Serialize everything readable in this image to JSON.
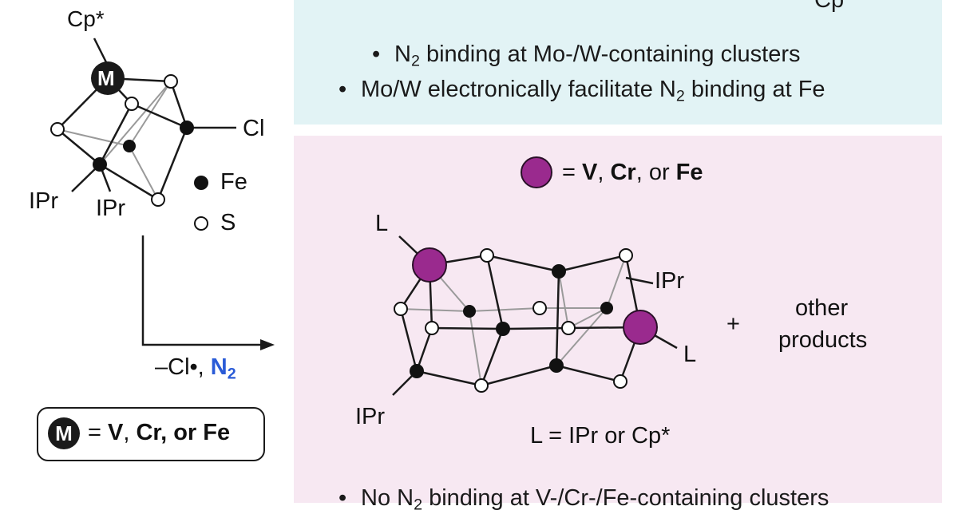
{
  "top_panel": {
    "cut_label": "Cp*",
    "bullets": [
      {
        "bullet": "•",
        "pre": "N",
        "sub": "2",
        "post": " binding at Mo-/W-containing clusters"
      },
      {
        "bullet": "•",
        "pre": "Mo/W electronically facilitate N",
        "sub": "2",
        "post": " binding at Fe"
      }
    ]
  },
  "left_cluster": {
    "cp_label": "Cp*",
    "metal_label": "M",
    "cl_label": "Cl",
    "ipr_label_1": "IPr",
    "ipr_label_2": "IPr"
  },
  "legend": {
    "fe_label": "Fe",
    "s_label": "S"
  },
  "reaction": {
    "prefix": "–Cl•, ",
    "n": "N",
    "n_sub": "2"
  },
  "m_legend": {
    "symbol": "M",
    "eq": "= ",
    "v": "V",
    "sep1": ", ",
    "rest": "Cr, or Fe"
  },
  "bottom_panel": {
    "metal_key": {
      "eq": "= ",
      "v": "V",
      "sep1": ", ",
      "cr": "Cr",
      "sep2": ", or ",
      "fe": "Fe"
    },
    "ligand_l_1": "L",
    "ligand_l_2": "L",
    "ipr_right": "IPr",
    "ipr_bottom": "IPr",
    "plus": "+",
    "other_line1": "other",
    "other_line2": "products",
    "l_def": "L = IPr or Cp*",
    "bottom_bullet": {
      "bullet": "•",
      "pre": "No N",
      "sub": "2",
      "post": " binding at V-/Cr-/Fe-containing clusters"
    }
  },
  "colors": {
    "top_panel_bg": "#e2f3f5",
    "bottom_panel_bg": "#f7e8f2",
    "purple_atom": "#9a2a8e",
    "n2_blue": "#2a5bd7"
  }
}
